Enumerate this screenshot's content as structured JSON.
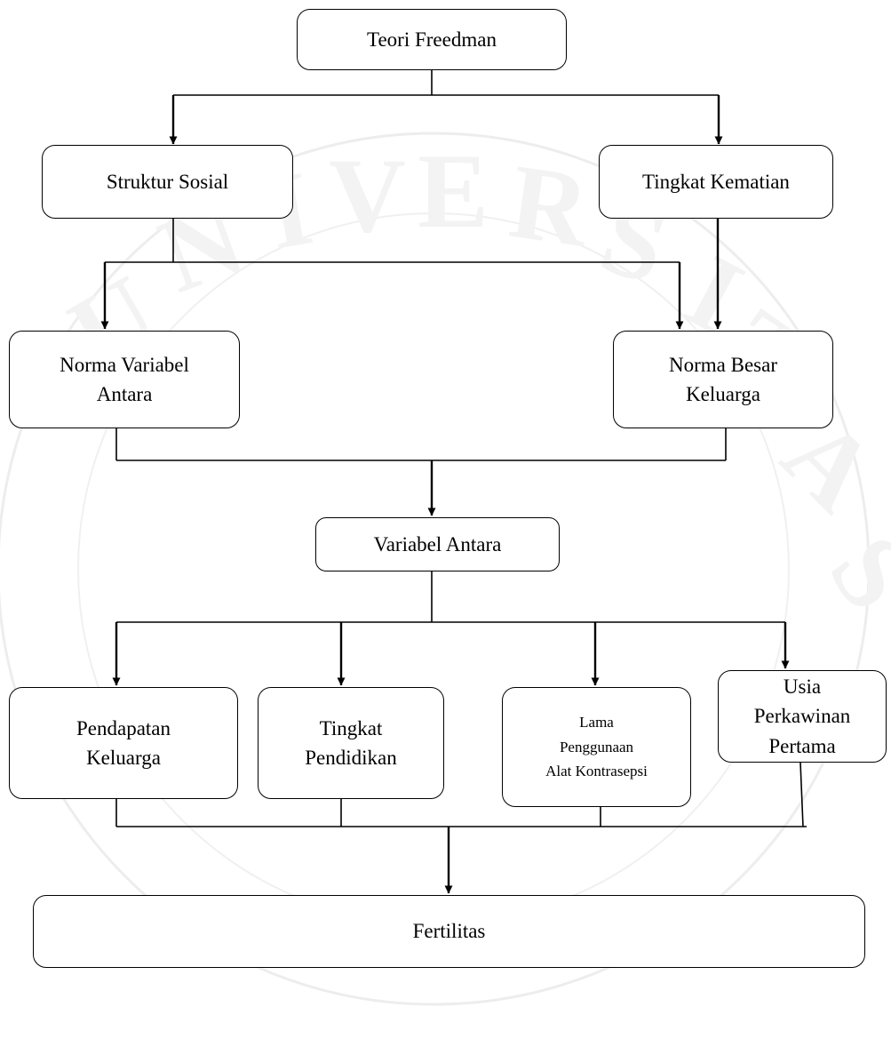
{
  "diagram": {
    "nodes": {
      "teori": "Teori Freedman",
      "struktur": "Struktur Sosial",
      "kematian": "Tingkat Kematian",
      "norma_variabel": [
        "Norma Variabel",
        "Antara"
      ],
      "norma_besar": [
        "Norma Besar",
        "Keluarga"
      ],
      "variabel_antara": "Variabel Antara",
      "pendapatan": [
        "Pendapatan",
        "Keluarga"
      ],
      "pendidikan": [
        "Tingkat",
        "Pendidikan"
      ],
      "lama": [
        "Lama",
        "Penggunaan",
        "Alat Kontrasepsi"
      ],
      "usia": [
        "Usia",
        "Perkawinan",
        "Pertama"
      ],
      "fertilitas": "Fertilitas"
    },
    "edges": [
      {
        "from": "teori",
        "to": "struktur"
      },
      {
        "from": "teori",
        "to": "kematian"
      },
      {
        "from": "struktur",
        "to": "norma_variabel"
      },
      {
        "from": "struktur",
        "to": "norma_besar"
      },
      {
        "from": "kematian",
        "to": "norma_besar"
      },
      {
        "from": "norma_variabel",
        "to": "variabel_antara"
      },
      {
        "from": "norma_besar",
        "to": "variabel_antara"
      },
      {
        "from": "variabel_antara",
        "to": "pendapatan"
      },
      {
        "from": "variabel_antara",
        "to": "pendidikan"
      },
      {
        "from": "variabel_antara",
        "to": "lama"
      },
      {
        "from": "variabel_antara",
        "to": "usia"
      },
      {
        "from": "pendapatan",
        "to": "fertilitas"
      },
      {
        "from": "pendidikan",
        "to": "fertilitas"
      },
      {
        "from": "lama",
        "to": "fertilitas"
      },
      {
        "from": "usia",
        "to": "fertilitas"
      }
    ],
    "colors": {
      "line": "#000000",
      "box_fill": "#ffffff",
      "watermark": "#ebebeb"
    }
  }
}
